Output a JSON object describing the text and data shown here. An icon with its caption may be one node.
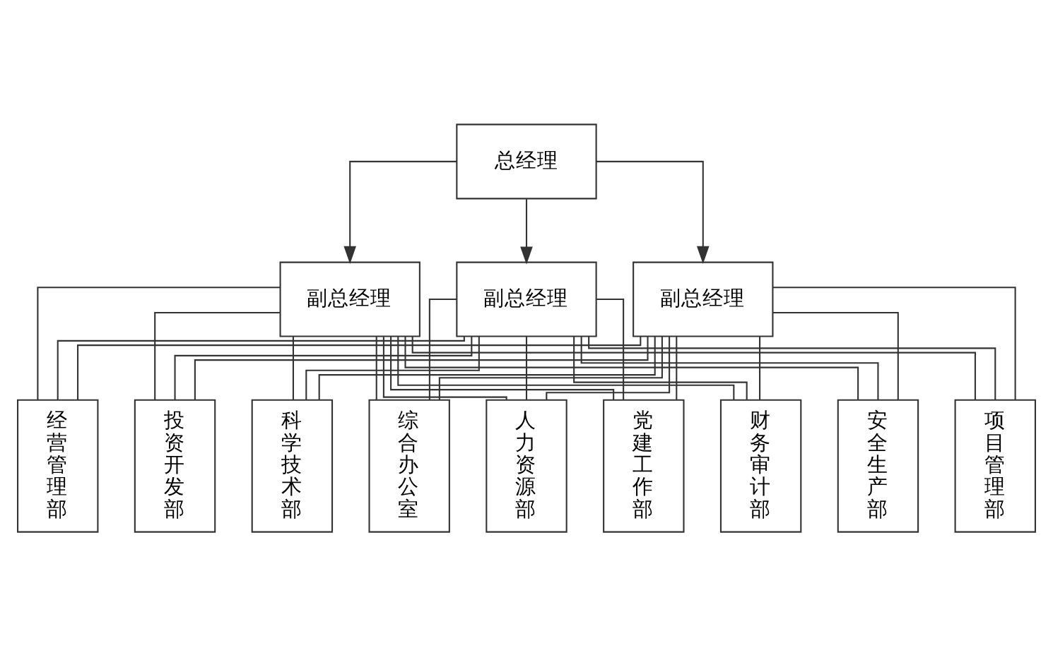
{
  "diagram": {
    "nodes": [
      {
        "text": [
          "总经理"
        ]
      },
      {
        "text": [
          "副总经理"
        ]
      },
      {
        "text": [
          "副总经理"
        ]
      },
      {
        "text": [
          "副总经理"
        ]
      },
      {
        "text": [
          "综合办公室"
        ]
      },
      {
        "text": [
          "人力资源部"
        ]
      },
      {
        "text": [
          "党建工作部"
        ]
      },
      {
        "text": [
          "财务审计部"
        ]
      },
      {
        "text": [
          "安全生产部"
        ]
      },
      {
        "text": [
          "项目管理部"
        ]
      },
      {
        "text": [
          "经营管理部"
        ]
      },
      {
        "text": [
          "投资开发部"
        ]
      },
      {
        "text": [
          "科学技术部"
        ]
      }
    ],
    "edges": [
      {
        "from": 0,
        "to": 1,
        "arrow": "to"
      },
      {
        "from": 0,
        "to": 2,
        "arrow": "to"
      },
      {
        "from": 0,
        "to": 3,
        "arrow": "to"
      },
      {
        "from": 1,
        "to": 4,
        "arrow": "none"
      },
      {
        "from": 1,
        "to": 5,
        "arrow": "none"
      },
      {
        "from": 1,
        "to": 6,
        "arrow": "none"
      },
      {
        "from": 1,
        "to": 7,
        "arrow": "none"
      },
      {
        "from": 1,
        "to": 8,
        "arrow": "none"
      },
      {
        "from": 1,
        "to": 9,
        "arrow": "none"
      },
      {
        "from": 1,
        "to": 10,
        "arrow": "none"
      },
      {
        "from": 1,
        "to": 11,
        "arrow": "none"
      },
      {
        "from": 1,
        "to": 12,
        "arrow": "none"
      },
      {
        "from": 2,
        "to": 4,
        "arrow": "none"
      },
      {
        "from": 2,
        "to": 5,
        "arrow": "none"
      },
      {
        "from": 2,
        "to": 6,
        "arrow": "none"
      },
      {
        "from": 2,
        "to": 7,
        "arrow": "none"
      },
      {
        "from": 2,
        "to": 8,
        "arrow": "none"
      },
      {
        "from": 2,
        "to": 9,
        "arrow": "none"
      },
      {
        "from": 2,
        "to": 10,
        "arrow": "none"
      },
      {
        "from": 2,
        "to": 11,
        "arrow": "none"
      },
      {
        "from": 2,
        "to": 12,
        "arrow": "none"
      },
      {
        "from": 3,
        "to": 4,
        "arrow": "none"
      },
      {
        "from": 3,
        "to": 5,
        "arrow": "none"
      },
      {
        "from": 3,
        "to": 6,
        "arrow": "none"
      },
      {
        "from": 3,
        "to": 7,
        "arrow": "none"
      },
      {
        "from": 3,
        "to": 8,
        "arrow": "none"
      },
      {
        "from": 3,
        "to": 9,
        "arrow": "none"
      },
      {
        "from": 3,
        "to": 10,
        "arrow": "none"
      },
      {
        "from": 3,
        "to": 11,
        "arrow": "none"
      },
      {
        "from": 3,
        "to": 12,
        "arrow": "none"
      }
    ]
  }
}
